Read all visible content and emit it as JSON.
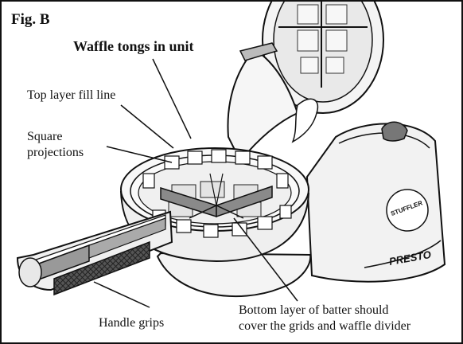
{
  "figure": {
    "label": "Fig. B",
    "callouts": {
      "tongs": "Waffle tongs in unit",
      "fill_line": "Top layer fill line",
      "projections_line1": "Square",
      "projections_line2": "projections",
      "grips": "Handle grips",
      "bottom_line1": "Bottom layer of batter should",
      "bottom_line2": "cover the grids and waffle divider"
    },
    "logos": {
      "brand": "PRESTO",
      "badge": "STUFFLER"
    }
  }
}
